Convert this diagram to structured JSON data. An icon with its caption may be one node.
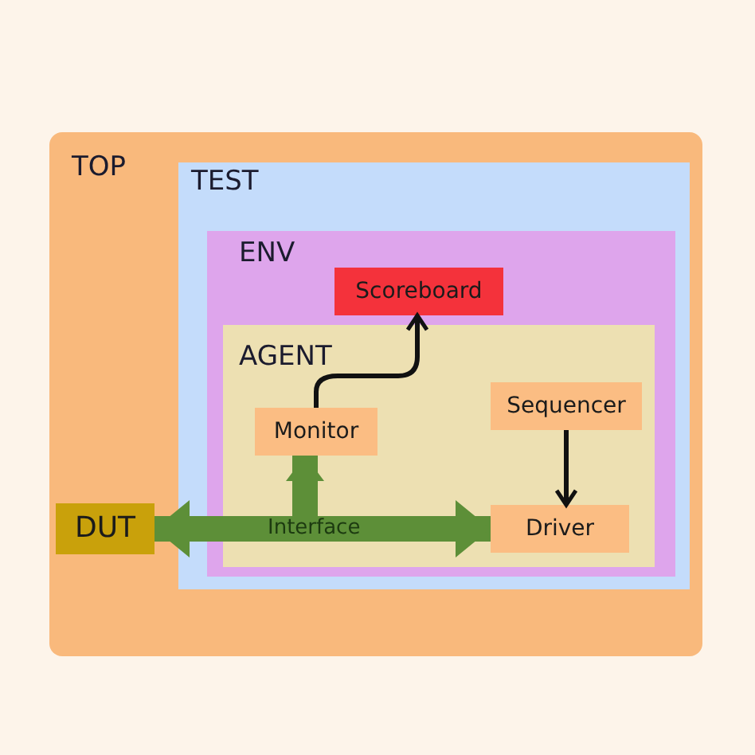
{
  "diagram": {
    "nodes": [
      {
        "text": [
          "TOP"
        ]
      },
      {
        "text": [
          "TEST"
        ],
        "in": 0
      },
      {
        "text": [
          "ENV"
        ],
        "in": 1
      },
      {
        "text": [
          "Scoreboard"
        ],
        "in": 2
      },
      {
        "text": [
          "AGENT"
        ],
        "in": 2
      },
      {
        "text": [
          "Monitor"
        ],
        "in": 4
      },
      {
        "text": [
          "Sequencer"
        ],
        "in": 4
      },
      {
        "text": [
          "Driver"
        ],
        "in": 4
      },
      {
        "text": [
          "DUT"
        ],
        "in": 0
      }
    ],
    "edges": [
      {
        "from": 8,
        "to": 7,
        "arrow": "both",
        "label": "Interface",
        "style": "thick",
        "color": "#5d8f38"
      },
      {
        "from": null,
        "to": 5,
        "arrow": "to",
        "style": "thick",
        "color": "#5d8f38"
      },
      {
        "from": 5,
        "to": 3,
        "arrow": "to",
        "color": "#111111"
      },
      {
        "from": 6,
        "to": 7,
        "arrow": "to",
        "color": "#111111"
      }
    ]
  }
}
